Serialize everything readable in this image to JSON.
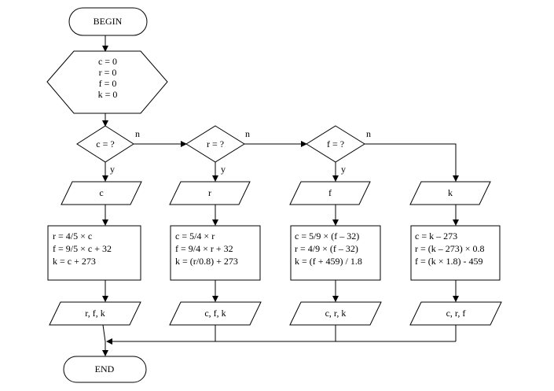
{
  "begin": "BEGIN",
  "end": "END",
  "init": [
    "c = 0",
    "r = 0",
    "f = 0",
    "k = 0"
  ],
  "decisions": [
    "c = ?",
    "r = ?",
    "f = ?"
  ],
  "yes_label": "y",
  "no_label": "n",
  "inputs": [
    "c",
    "r",
    "f",
    "k"
  ],
  "processes": [
    [
      "r = 4/5 × c",
      "f = 9/5 × c + 32",
      "k = c + 273"
    ],
    [
      "c = 5/4 × r",
      "f = 9/4 × r + 32",
      "k = (r/0.8) + 273"
    ],
    [
      "c = 5/9 × (f – 32)",
      "r = 4/9 × (f – 32)",
      "k = (f + 459) / 1.8"
    ],
    [
      "c = k – 273",
      "r = (k – 273) × 0.8",
      "f = (k × 1.8) - 459"
    ]
  ],
  "outputs": [
    "r, f, k",
    "c, f, k",
    "c, r, k",
    "c, r, f"
  ]
}
